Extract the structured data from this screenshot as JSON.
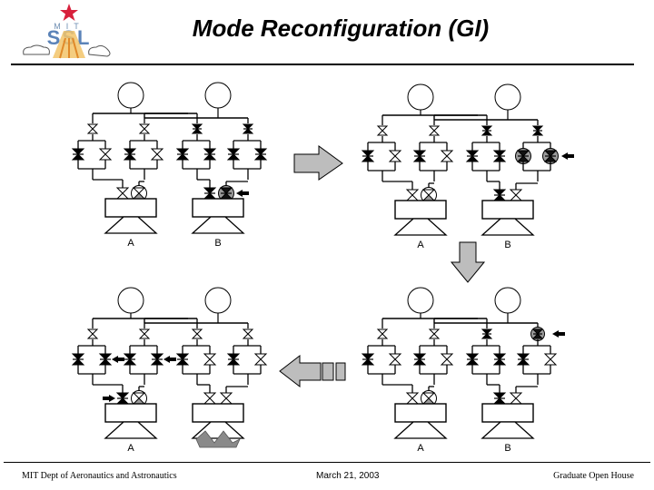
{
  "slide": {
    "title": "Mode Reconfiguration (GI)",
    "logo": {
      "top_text": "MIT",
      "main_text": "SSL",
      "icon": "mit-ssl-logo"
    },
    "footer": {
      "left": "MIT Dept of Aeronautics and Astronautics",
      "center": "March 21, 2003",
      "right": "Graduate Open House"
    }
  },
  "legend_states": {
    "open": "white bow-tie valve",
    "closed": "black bow-tie valve",
    "failed": "grey circled valve"
  },
  "colors": {
    "line_primary": "#000000",
    "line_secondary": "#8c8c8c",
    "failed_fill": "#9a9a9a",
    "arrow_fill": "#bdbdbd",
    "nozzle_failed_fill": "#8a8a8a"
  },
  "transitions": [
    {
      "from": 1,
      "to": 2,
      "direction": "right",
      "icon": "right-arrow-icon"
    },
    {
      "from": 2,
      "to": 3,
      "direction": "down",
      "icon": "down-arrow-icon"
    },
    {
      "from": 3,
      "to": 4,
      "direction": "left",
      "icon": "left-arrow-icon"
    }
  ],
  "diagrams": [
    {
      "id": 1,
      "engines": [
        {
          "label": "A",
          "failed": false
        },
        {
          "label": "B",
          "failed": false
        }
      ],
      "branches": [
        {
          "top": "open",
          "left": "closed",
          "right": "open"
        },
        {
          "top": "open",
          "left": "closed",
          "right": "open"
        },
        {
          "top": "closed",
          "left": "closed",
          "right": "closed"
        },
        {
          "top": "closed",
          "left": "closed",
          "right": "closed"
        }
      ],
      "engine_valves": [
        {
          "left": "open",
          "right": "failed-half"
        },
        {
          "left": "closed",
          "right": "failed"
        }
      ],
      "pointers": [
        "engine-b-valves"
      ]
    },
    {
      "id": 2,
      "engines": [
        {
          "label": "A",
          "failed": false
        },
        {
          "label": "B",
          "failed": false
        }
      ],
      "branches": [
        {
          "top": "open",
          "left": "closed",
          "right": "open"
        },
        {
          "top": "open",
          "left": "closed",
          "right": "open"
        },
        {
          "top": "closed",
          "left": "closed",
          "right": "closed"
        },
        {
          "top": "closed",
          "left": "failed",
          "right": "failed"
        }
      ],
      "engine_valves": [
        {
          "left": "open",
          "right": "failed-half"
        },
        {
          "left": "closed",
          "right": "open"
        }
      ],
      "pointers": [
        "branch-4-parallel"
      ]
    },
    {
      "id": 3,
      "engines": [
        {
          "label": "A",
          "failed": false
        },
        {
          "label": "B",
          "failed": false
        }
      ],
      "branches": [
        {
          "top": "open",
          "left": "closed",
          "right": "open"
        },
        {
          "top": "open",
          "left": "closed",
          "right": "open"
        },
        {
          "top": "closed",
          "left": "closed",
          "right": "closed"
        },
        {
          "top": "failed",
          "left": "closed",
          "right": "open"
        }
      ],
      "engine_valves": [
        {
          "left": "open",
          "right": "failed-half"
        },
        {
          "left": "closed",
          "right": "open"
        }
      ],
      "pointers": [
        "branch-4-top"
      ]
    },
    {
      "id": 4,
      "engines": [
        {
          "label": "A",
          "failed": false
        },
        {
          "label": "",
          "failed": true
        }
      ],
      "branches": [
        {
          "top": "open",
          "left": "closed",
          "right": "closed"
        },
        {
          "top": "open",
          "left": "closed",
          "right": "closed"
        },
        {
          "top": "open",
          "left": "closed",
          "right": "open"
        },
        {
          "top": "open",
          "left": "closed",
          "right": "open"
        }
      ],
      "engine_valves": [
        {
          "left": "closed",
          "right": "failed-half"
        },
        {
          "left": "open",
          "right": "open"
        }
      ],
      "pointers": [
        "branch-1-right",
        "branch-2-right",
        "engine-a-left"
      ]
    }
  ]
}
